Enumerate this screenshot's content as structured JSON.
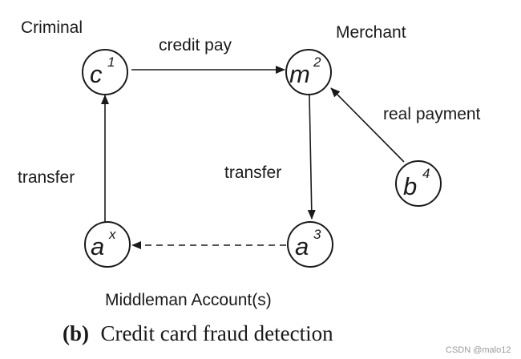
{
  "labels": {
    "criminal": "Criminal",
    "merchant": "Merchant",
    "credit_pay": "credit pay",
    "real_payment": "real payment",
    "transfer_left": "transfer",
    "transfer_mid": "transfer",
    "middleman": "Middleman Account(s)"
  },
  "nodes": {
    "c": {
      "main": "c",
      "sup": "1"
    },
    "m": {
      "main": "m",
      "sup": "2"
    },
    "b": {
      "main": "b",
      "sup": "4"
    },
    "a3": {
      "main": "a",
      "sup": "3"
    },
    "ax": {
      "main": "a",
      "sup": "x"
    }
  },
  "caption": {
    "tag": "(b)",
    "text": "Credit card fraud detection"
  },
  "watermark": "CSDN @malo12"
}
